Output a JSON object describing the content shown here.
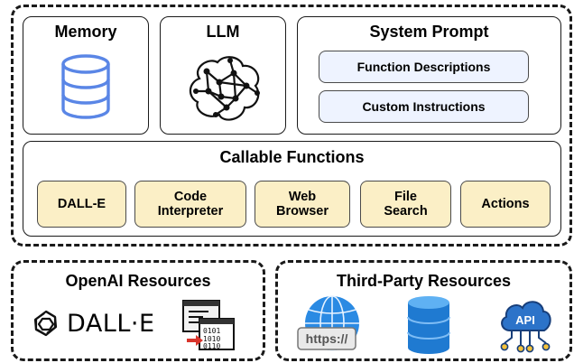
{
  "agent": {
    "memory": {
      "title": "Memory",
      "icon": "database-icon"
    },
    "llm": {
      "title": "LLM",
      "icon": "neural-network-icon"
    },
    "system_prompt": {
      "title": "System Prompt",
      "items": [
        "Function Descriptions",
        "Custom Instructions"
      ]
    },
    "callable_functions": {
      "title": "Callable Functions",
      "items": [
        {
          "line1": "DALL-E",
          "line2": ""
        },
        {
          "line1": "Code",
          "line2": "Interpreter"
        },
        {
          "line1": "Web",
          "line2": "Browser"
        },
        {
          "line1": "File",
          "line2": "Search"
        },
        {
          "line1": "Actions",
          "line2": ""
        }
      ]
    }
  },
  "openai_resources": {
    "title": "OpenAI Resources",
    "dalle_logo_text": "DALL·E",
    "icons": [
      "openai-logo-icon",
      "code-terminal-icon"
    ]
  },
  "third_party_resources": {
    "title": "Third-Party Resources",
    "https_label": "https://",
    "api_label": "API",
    "icons": [
      "web-globe-icon",
      "database-cylinder-icon",
      "api-cloud-icon"
    ]
  },
  "colors": {
    "prompt_item_bg": "#eef3ff",
    "function_item_bg": "#fbefc6",
    "database_blue": "#1f7ad1",
    "globe_blue": "#2a8ae3"
  }
}
